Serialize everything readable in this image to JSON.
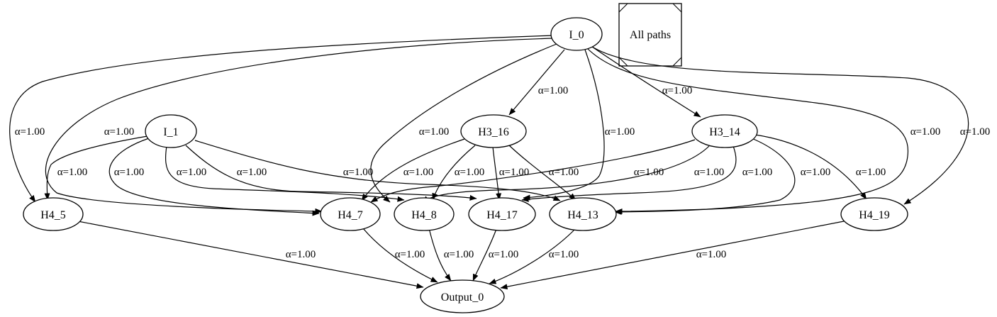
{
  "legend": {
    "label": "All paths"
  },
  "nodes": {
    "I_0": "I_0",
    "I_1": "I_1",
    "H3_16": "H3_16",
    "H3_14": "H3_14",
    "H4_5": "H4_5",
    "H4_7": "H4_7",
    "H4_8": "H4_8",
    "H4_17": "H4_17",
    "H4_13": "H4_13",
    "H4_19": "H4_19",
    "Output_0": "Output_0"
  },
  "edges": [
    {
      "from": "I_0",
      "to": "H3_16",
      "label": "α=1.00"
    },
    {
      "from": "I_0",
      "to": "H3_14",
      "label": "α=1.00"
    },
    {
      "from": "I_0",
      "to": "H4_5",
      "label": "α=1.00"
    },
    {
      "from": "I_0",
      "to": "H4_7",
      "label": "α=1.00"
    },
    {
      "from": "I_0",
      "to": "H4_8",
      "label": "α=1.00"
    },
    {
      "from": "I_0",
      "to": "H4_17",
      "label": "α=1.00"
    },
    {
      "from": "I_0",
      "to": "H4_13",
      "label": "α=1.00"
    },
    {
      "from": "I_0",
      "to": "H4_19",
      "label": "α=1.00"
    },
    {
      "from": "I_1",
      "to": "H4_5",
      "label": "α=1.00"
    },
    {
      "from": "I_1",
      "to": "H4_7",
      "label": "α=1.00"
    },
    {
      "from": "I_1",
      "to": "H4_8",
      "label": "α=1.00"
    },
    {
      "from": "I_1",
      "to": "H4_17",
      "label": "α=1.00"
    },
    {
      "from": "I_1",
      "to": "H4_13",
      "label": "α=1.00"
    },
    {
      "from": "H3_16",
      "to": "H4_7",
      "label": "α=1.00"
    },
    {
      "from": "H3_16",
      "to": "H4_8",
      "label": "α=1.00"
    },
    {
      "from": "H3_16",
      "to": "H4_17",
      "label": "α=1.00"
    },
    {
      "from": "H3_16",
      "to": "H4_13",
      "label": "α=1.00"
    },
    {
      "from": "H3_14",
      "to": "H4_7",
      "label": "α=1.00"
    },
    {
      "from": "H3_14",
      "to": "H4_8",
      "label": "α=1.00"
    },
    {
      "from": "H3_14",
      "to": "H4_17",
      "label": "α=1.00"
    },
    {
      "from": "H3_14",
      "to": "H4_13",
      "label": "α=1.00"
    },
    {
      "from": "H3_14",
      "to": "H4_19",
      "label": "α=1.00"
    },
    {
      "from": "H4_5",
      "to": "Output_0",
      "label": "α=1.00"
    },
    {
      "from": "H4_7",
      "to": "Output_0",
      "label": "α=1.00"
    },
    {
      "from": "H4_8",
      "to": "Output_0",
      "label": "α=1.00"
    },
    {
      "from": "H4_17",
      "to": "Output_0",
      "label": "α=1.00"
    },
    {
      "from": "H4_13",
      "to": "Output_0",
      "label": "α=1.00"
    },
    {
      "from": "H4_19",
      "to": "Output_0",
      "label": "α=1.00"
    }
  ]
}
